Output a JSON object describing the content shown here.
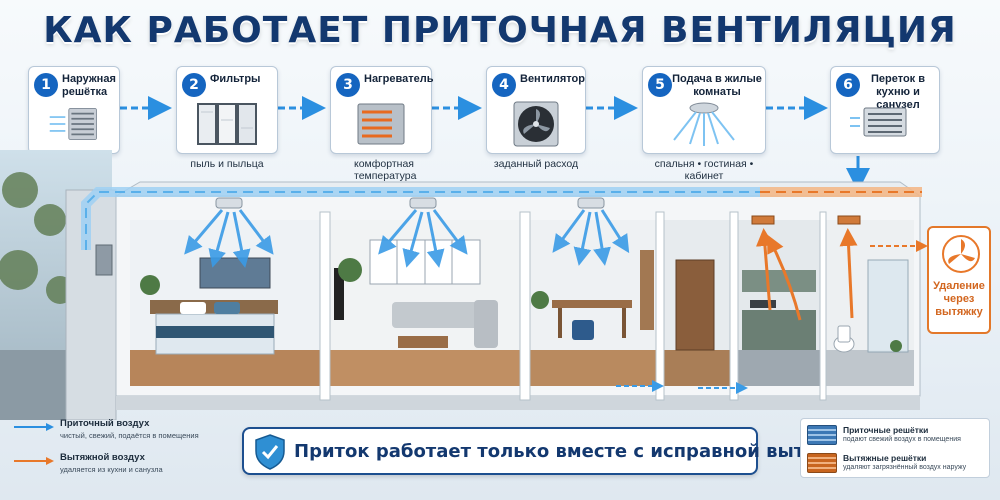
{
  "title": "КАК РАБОТАЕТ ПРИТОЧНАЯ ВЕНТИЛЯЦИЯ",
  "steps": [
    {
      "num": "1",
      "label": "Наружная решётка",
      "sub": "",
      "icon": "outdoor-grille-icon"
    },
    {
      "num": "2",
      "label": "Фильтры",
      "sub": "пыль и пыльца",
      "icon": "filter-icon"
    },
    {
      "num": "3",
      "label": "Нагреватель",
      "sub": "комфортная температура",
      "icon": "heater-icon"
    },
    {
      "num": "4",
      "label": "Вентилятор",
      "sub": "заданный расход",
      "icon": "fan-icon"
    },
    {
      "num": "5",
      "label": "Подача в жилые комнаты",
      "sub": "спальня • гостиная • кабинет",
      "icon": "supply-diffuser-icon"
    },
    {
      "num": "6",
      "label": "Переток в кухню и санузел",
      "sub": "",
      "icon": "transfer-grille-icon"
    }
  ],
  "legend": {
    "supply_title": "Приточный воздух",
    "supply_desc": "чистый, свежий, подаётся в помещения",
    "exhaust_title": "Вытяжной воздух",
    "exhaust_desc": "удаляется из кухни и санузла"
  },
  "banner": "Приток работает только вместе с исправной вытяжкой",
  "grilles_legend": {
    "supply_title": "Приточные решётки",
    "supply_desc": "подают свежий воздух в помещения",
    "exhaust_title": "Вытяжные решётки",
    "exhaust_desc": "удаляют загрязнённый воздух наружу"
  },
  "exhaust_label": "Удаление через вытяжку",
  "colors": {
    "supply": "#2b8fe0",
    "exhaust": "#e8782a",
    "title": "#13386f",
    "step_badge": "#1565c0"
  }
}
